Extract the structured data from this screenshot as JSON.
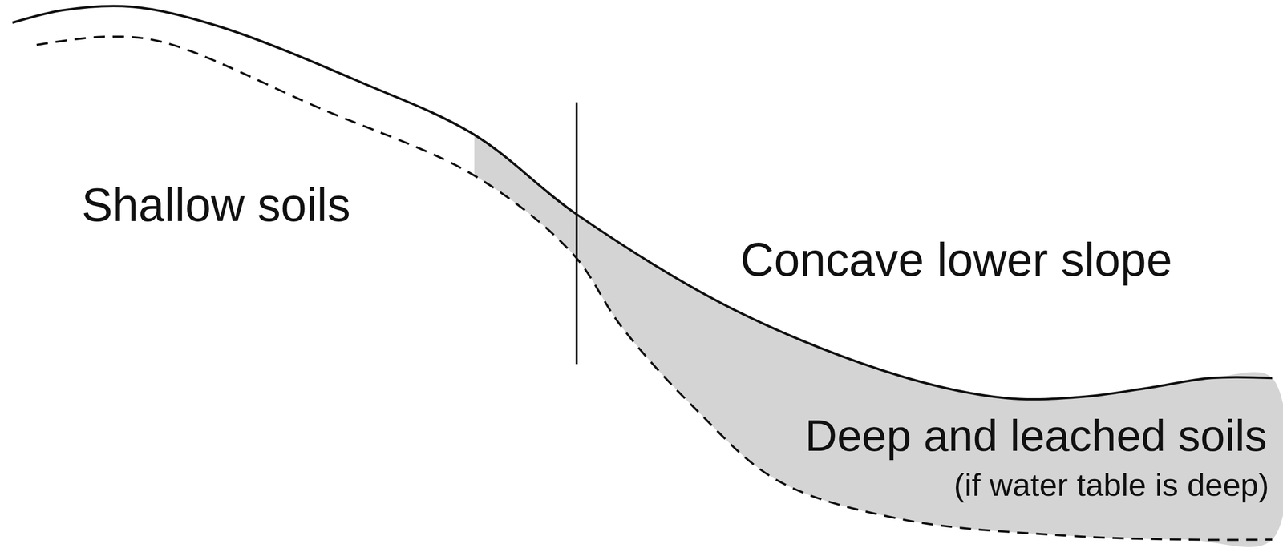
{
  "diagram": {
    "labels": [
      "Shallow soils",
      "Concave lower slope",
      "Deep and leached soils",
      "(if water table is deep)"
    ]
  }
}
